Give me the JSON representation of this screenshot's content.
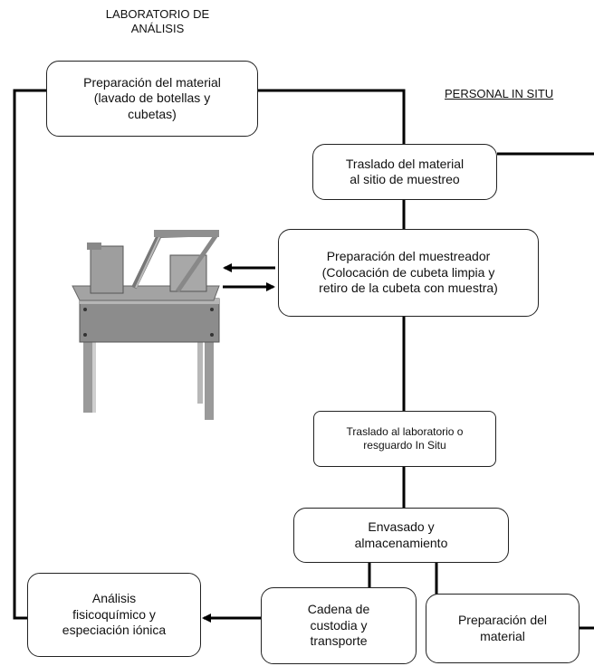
{
  "headers": {
    "lab": "LABORATORIO DE\nANÁLISIS",
    "personal": "PERSONAL IN SITU"
  },
  "boxes": {
    "prep_material_top": "Preparación del material\n(lavado de botellas y\ncubetas)",
    "traslado_material": "Traslado del material\nal sitio de muestreo",
    "prep_muestreador": "Preparación del muestreador\n(Colocación de cubeta limpia y\nretiro de la cubeta con muestra)",
    "traslado_lab": "Traslado al laboratorio o\nresguardo In Situ",
    "envasado": "Envasado y\nalmacenamiento",
    "analisis": "Análisis\nfisicoquímico y\nespeciación iónica",
    "cadena": "Cadena de\ncustodia y\ntransporte",
    "prep_material_bottom": "Preparación del\nmaterial"
  },
  "colors": {
    "line": "#000000",
    "box_border": "#222222",
    "sampler_metal": "#8c8c8c"
  },
  "icons": {
    "sampler": "automatic-water-sampler-illustration"
  }
}
